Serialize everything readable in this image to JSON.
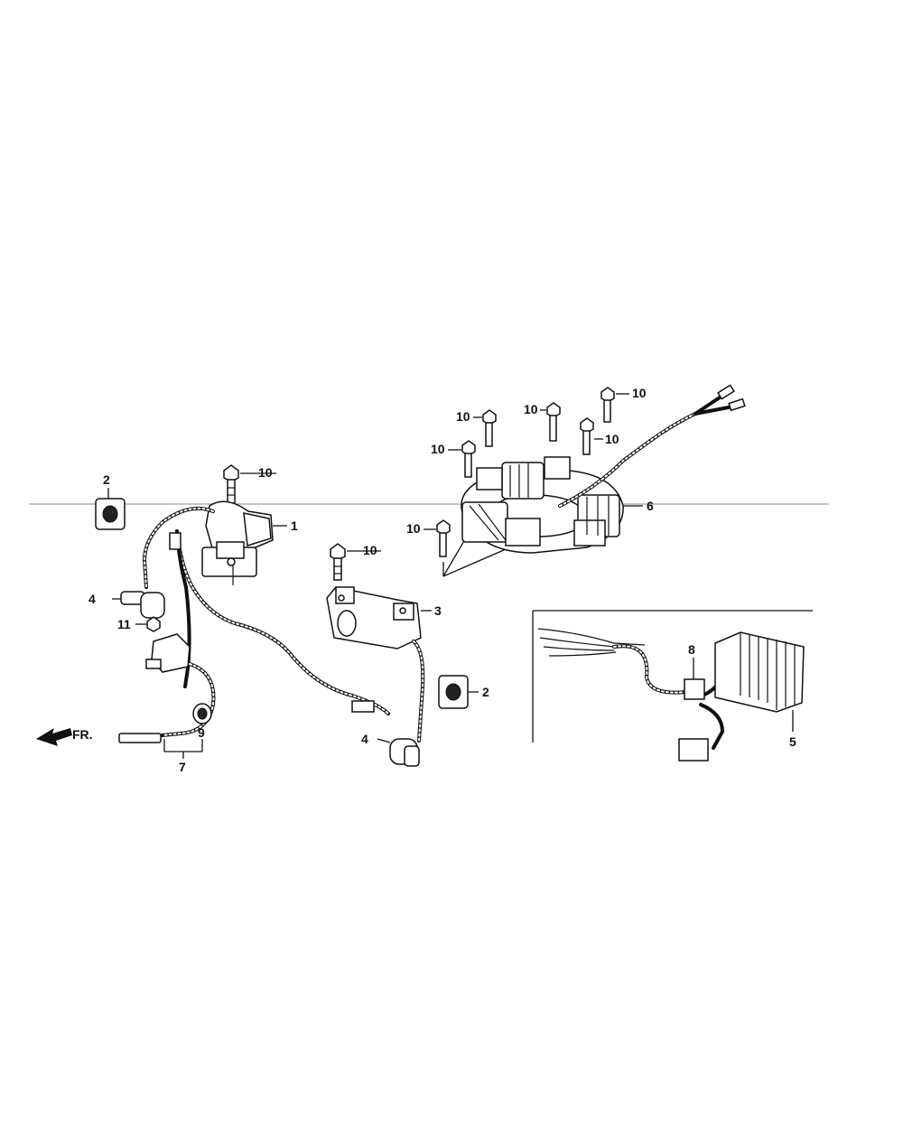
{
  "callouts": {
    "c1": "1",
    "c2a": "2",
    "c2b": "2",
    "c3": "3",
    "c4a": "4",
    "c4b": "4",
    "c5": "5",
    "c6": "6",
    "c7": "7",
    "c8": "8",
    "c9": "9",
    "c10a": "10",
    "c10b": "10",
    "c10c": "10",
    "c10d": "10",
    "c10e": "10",
    "c10f": "10",
    "c10g": "10",
    "c10h": "10",
    "c11": "11"
  },
  "direction": {
    "label": "FR."
  },
  "icons": {
    "direction_arrow": "front-direction-arrow-icon"
  }
}
